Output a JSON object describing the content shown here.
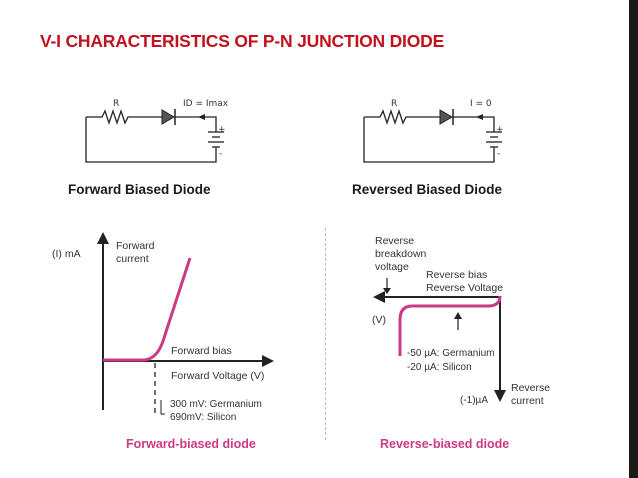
{
  "slide": {
    "title": "V-I CHARACTERISTICS OF P-N JUNCTION DIODE",
    "forward_caption": "Forward Biased Diode",
    "reverse_caption": "Reversed Biased Diode"
  },
  "forward_circuit": {
    "resistor_label": "R",
    "current_label": "ID = Imax",
    "plus": "+",
    "minus": "-"
  },
  "reverse_circuit": {
    "resistor_label": "R",
    "current_label": "I = 0",
    "plus": "+",
    "minus": "-"
  },
  "forward_graph": {
    "y_axis_label": "(I) mA",
    "curve_label_line1": "Forward",
    "curve_label_line2": "current",
    "bias_label": "Forward bias",
    "axis_label": "Forward Voltage (V)",
    "threshold_line1": "300 mV: Germanium",
    "threshold_line2": "690mV: Silicon",
    "caption": "Forward-biased diode"
  },
  "reverse_graph": {
    "breakdown_line1": "Reverse",
    "breakdown_line2": "breakdown",
    "breakdown_line3": "voltage",
    "bias_line1": "Reverse bias",
    "bias_line2": "Reverse Voltage",
    "v_label": "(V)",
    "leak_line1": "-50 µA: Germanium",
    "leak_line2": "-20 µA: Silicon",
    "current_tick": "(-1)µA",
    "current_line1": "Reverse",
    "current_line2": "current",
    "caption": "Reverse-biased diode"
  },
  "colors": {
    "title": "#c0121f",
    "curve": "#cc3a86",
    "caption": "#cc3a86"
  }
}
